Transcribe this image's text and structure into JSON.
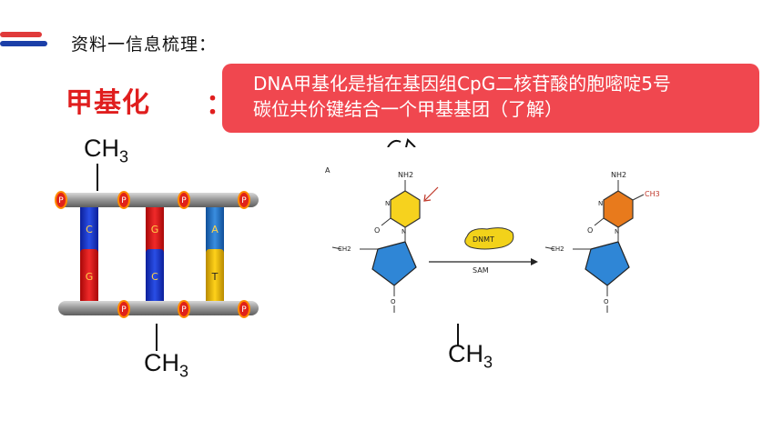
{
  "header": {
    "title": "资料一信息梳理：",
    "logo_colors": {
      "stripe_top": "#e03a3a",
      "stripe_bottom": "#1b3fa8"
    }
  },
  "term": {
    "text": "甲基化",
    "colon": "：",
    "color": "#e01e1e"
  },
  "callout": {
    "line1": "DNA甲基化是指在基因组CpG二核苷酸的胞嘧啶5号",
    "line2": "碳位共价键结合一个甲基基团（了解）",
    "background": "#f0474f"
  },
  "ladder": {
    "ch3_top": {
      "main": "CH",
      "sub": "3"
    },
    "ch3_bottom": {
      "main": "CH",
      "sub": "3"
    },
    "top_phosphates": [
      "P",
      "P",
      "P",
      "P"
    ],
    "bottom_phosphates": [
      "P",
      "P",
      "P"
    ],
    "pairs": [
      {
        "top": "C",
        "bottom": "G",
        "top_color": "#1530c8",
        "bottom_color": "#e01515"
      },
      {
        "top": "G",
        "bottom": "C",
        "top_color": "#e01515",
        "bottom_color": "#1530c8"
      },
      {
        "top": "A",
        "bottom": "T",
        "top_color": "#1f6fc0",
        "bottom_color": "#e8b400"
      }
    ]
  },
  "reaction": {
    "panel_label": "A",
    "left_nh2": "NH2",
    "right_nh2": "NH2",
    "right_ch3": "CH3",
    "ring_letters": [
      "N",
      "N",
      "N",
      "N"
    ],
    "oxygen": "O",
    "ch2": "CH2",
    "enzyme": "DNMT",
    "cofactor": "SAM",
    "ch3_below": {
      "main": "CH",
      "sub": "3"
    }
  }
}
